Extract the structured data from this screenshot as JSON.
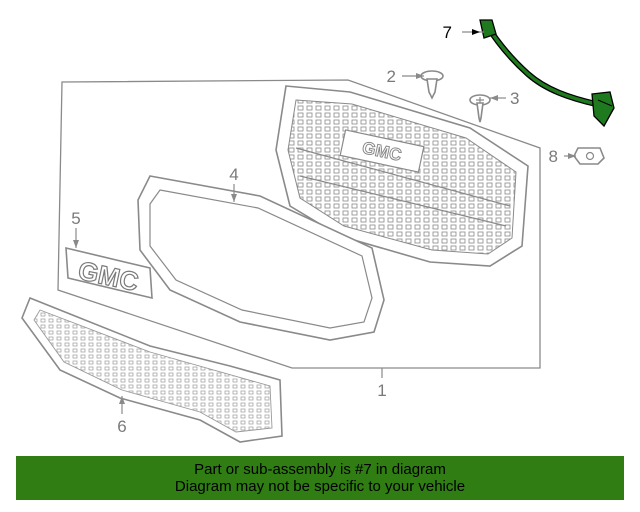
{
  "callouts": {
    "c1": "1",
    "c2": "2",
    "c3": "3",
    "c4": "4",
    "c5": "5",
    "c6": "6",
    "c7": "7",
    "c8": "8"
  },
  "emblem_text": "GMC",
  "highlight_part": "7",
  "colors": {
    "highlight_part": "#1f7a1f",
    "line_art": "#8a8a8a",
    "banner_bg": "#2f7d13"
  },
  "banner": {
    "line1": "Part or sub-assembly is #7 in diagram",
    "line2": "Diagram may not be specific to your vehicle"
  }
}
